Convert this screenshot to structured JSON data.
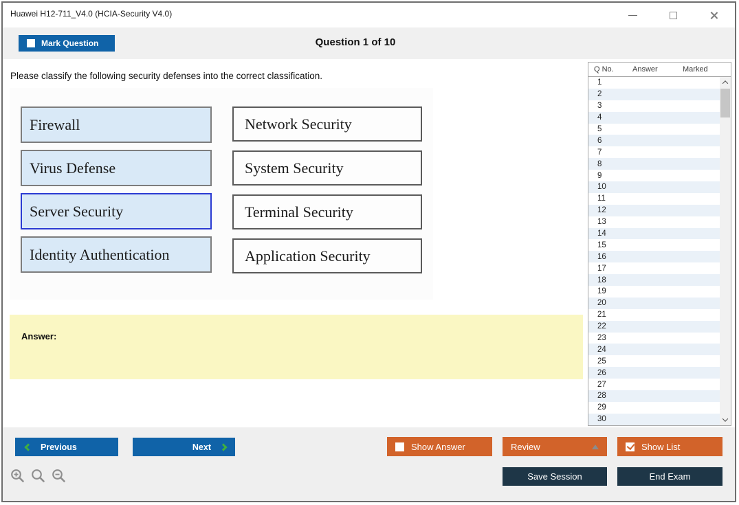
{
  "window": {
    "title": "Huawei H12-711_V4.0 (HCIA-Security V4.0)"
  },
  "header": {
    "mark_question_label": "Mark Question",
    "mark_question_checked": false,
    "question_counter": "Question 1 of 10"
  },
  "question": {
    "prompt": "Please classify the following security defenses into the correct classification.",
    "left_items": [
      {
        "label": "Firewall",
        "selected": false
      },
      {
        "label": "Virus Defense",
        "selected": false
      },
      {
        "label": "Server Security",
        "selected": true
      },
      {
        "label": "Identity Authentication",
        "selected": false
      }
    ],
    "right_items": [
      "Network Security",
      "System Security",
      "Terminal Security",
      "Application Security"
    ],
    "answer_label": "Answer:"
  },
  "question_list": {
    "columns": [
      "Q No.",
      "Answer",
      "Marked"
    ],
    "rows": [
      "1",
      "2",
      "3",
      "4",
      "5",
      "6",
      "7",
      "8",
      "9",
      "10",
      "11",
      "12",
      "13",
      "14",
      "15",
      "16",
      "17",
      "18",
      "19",
      "20",
      "21",
      "22",
      "23",
      "24",
      "25",
      "26",
      "27",
      "28",
      "29",
      "30"
    ]
  },
  "footer": {
    "previous_label": "Previous",
    "next_label": "Next",
    "show_answer_label": "Show Answer",
    "show_answer_checked": false,
    "review_label": "Review",
    "show_list_label": "Show List",
    "show_list_checked": true,
    "save_session_label": "Save Session",
    "end_exam_label": "End Exam"
  },
  "colors": {
    "accent_blue": "#1063A8",
    "accent_orange": "#D2632A",
    "accent_navy": "#1E3647",
    "accent_green": "#3FAF3F",
    "stripe_blue": "#EAF1F8",
    "item_fill": "#D9E9F7",
    "highlight_border": "#2B3BD2",
    "answer_bg": "#FAF7C3"
  }
}
